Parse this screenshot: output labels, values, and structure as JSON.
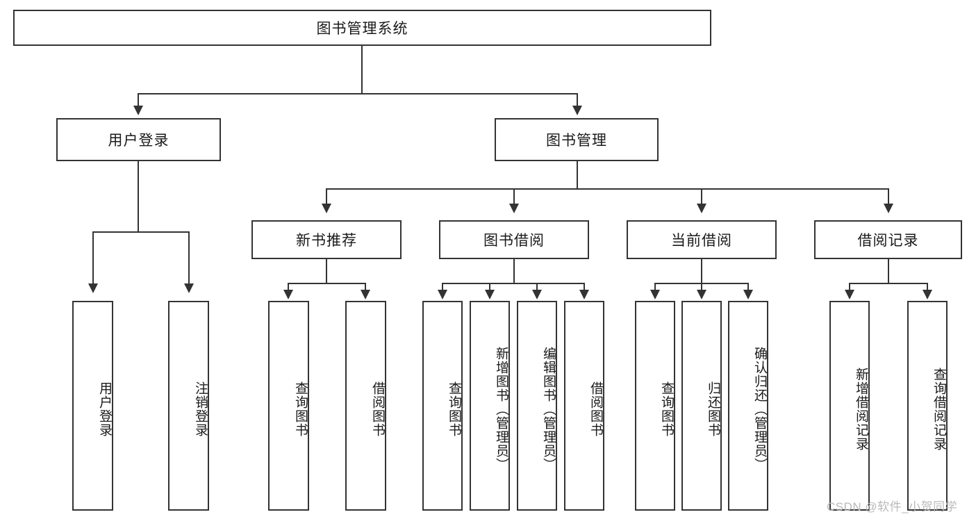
{
  "diagram": {
    "title": "图书管理系统",
    "type": "tree-hierarchy",
    "root": {
      "label": "图书管理系统"
    },
    "level2": [
      {
        "id": "user-login",
        "label": "用户登录"
      },
      {
        "id": "book-management",
        "label": "图书管理"
      }
    ],
    "level3": [
      {
        "id": "new-book-recommend",
        "label": "新书推荐",
        "parent": "book-management"
      },
      {
        "id": "book-borrow",
        "label": "图书借阅",
        "parent": "book-management"
      },
      {
        "id": "current-borrow",
        "label": "当前借阅",
        "parent": "book-management"
      },
      {
        "id": "borrow-record",
        "label": "借阅记录",
        "parent": "book-management"
      }
    ],
    "leaves": {
      "user_login": [
        {
          "id": "leaf-user-login",
          "label": "用户登录"
        },
        {
          "id": "leaf-user-logout",
          "label": "注销登录"
        }
      ],
      "new_book_recommend": [
        {
          "id": "leaf-query-book-1",
          "label": "查询图书"
        },
        {
          "id": "leaf-borrow-book-1",
          "label": "借阅图书"
        }
      ],
      "book_borrow": [
        {
          "id": "leaf-query-book-2",
          "label": "查询图书"
        },
        {
          "id": "leaf-add-book",
          "label": "新增图书（管理员）"
        },
        {
          "id": "leaf-edit-book",
          "label": "编辑图书（管理员）"
        },
        {
          "id": "leaf-borrow-book-2",
          "label": "借阅图书"
        }
      ],
      "current_borrow": [
        {
          "id": "leaf-query-book-3",
          "label": "查询图书"
        },
        {
          "id": "leaf-return-book",
          "label": "归还图书"
        },
        {
          "id": "leaf-confirm-return",
          "label": "确认归还（管理员）"
        }
      ],
      "borrow_record": [
        {
          "id": "leaf-add-record",
          "label": "新增借阅记录"
        },
        {
          "id": "leaf-query-record",
          "label": "查询借阅记录"
        }
      ]
    }
  },
  "watermark": {
    "text": "CSDN @软件_小贺同学"
  },
  "colors": {
    "border": "#333333",
    "background": "#ffffff",
    "text": "#1a1a1a",
    "watermark": "#b9b9b9"
  }
}
